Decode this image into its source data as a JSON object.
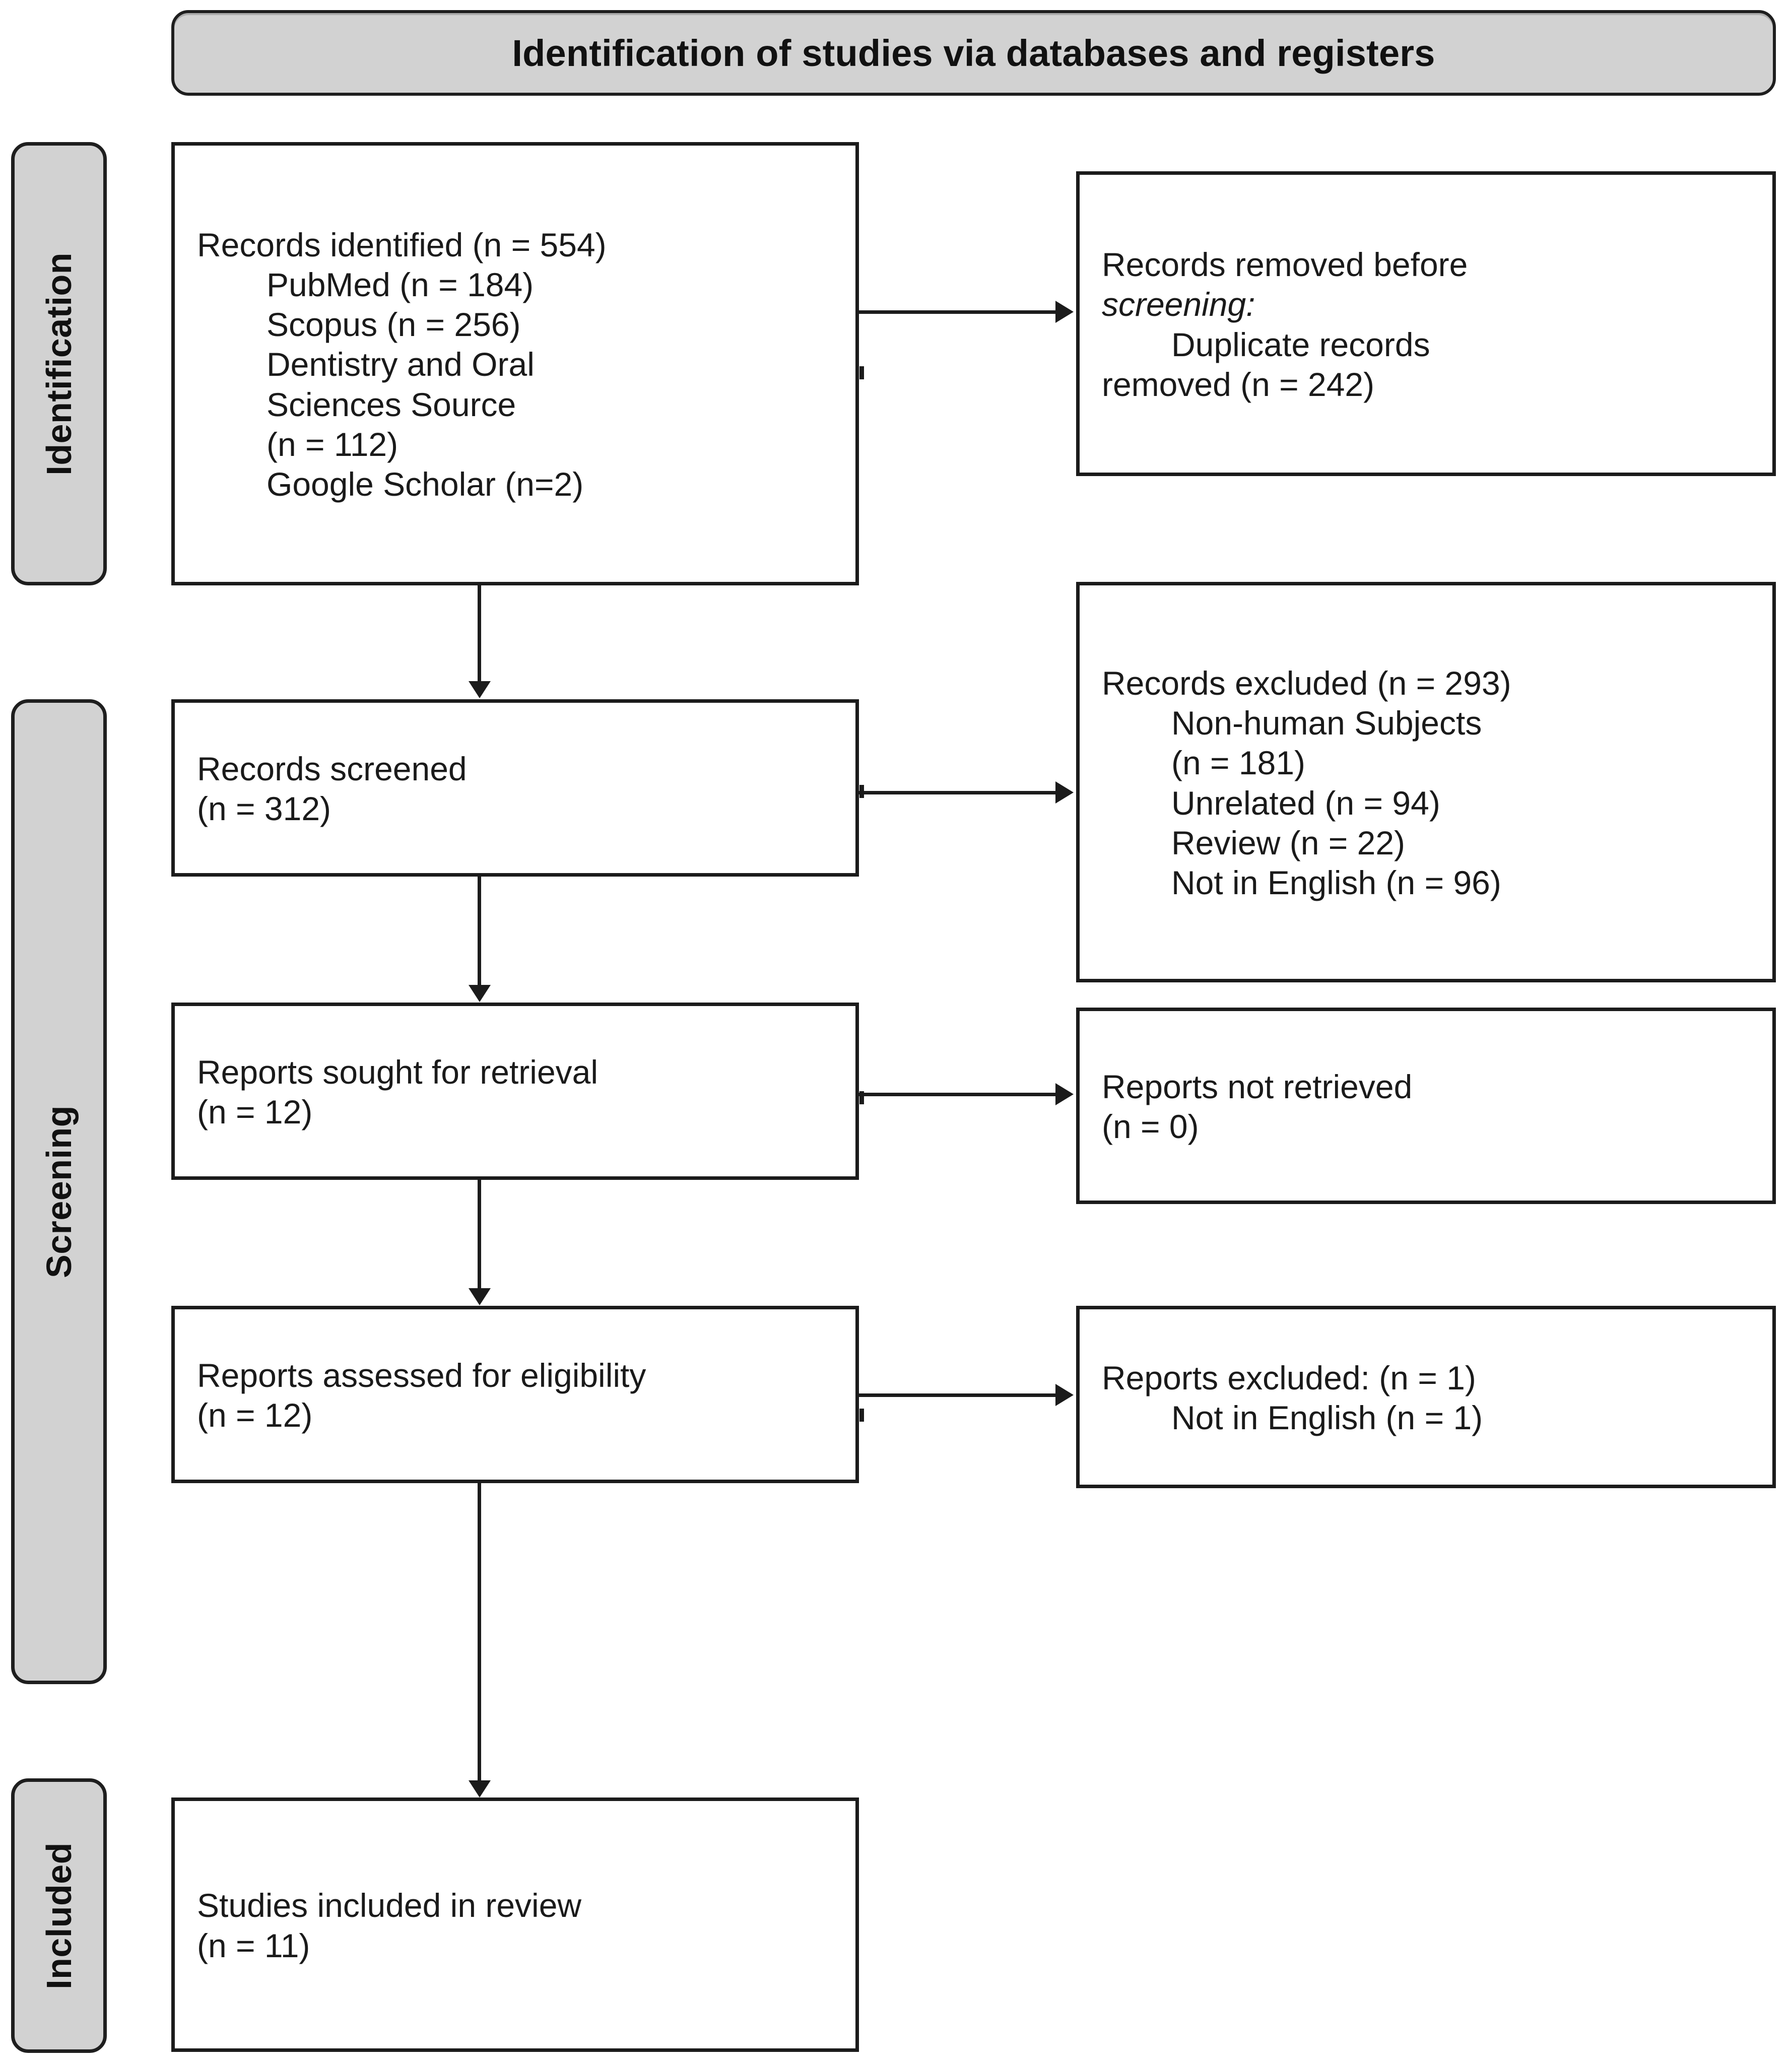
{
  "banner": {
    "title": "Identification of studies via databases and registers"
  },
  "phases": [
    {
      "key": "identification",
      "label": "Identification"
    },
    {
      "key": "screening",
      "label": "Screening"
    },
    {
      "key": "included",
      "label": "Included"
    }
  ],
  "boxes": {
    "records_identified": {
      "lines": [
        {
          "text": "Records identified (n = 554)",
          "indent": false,
          "italic": false
        },
        {
          "text": "PubMed (n = 184)",
          "indent": true,
          "italic": false
        },
        {
          "text": "Scopus (n = 256)",
          "indent": true,
          "italic": false
        },
        {
          "text": "Dentistry and Oral",
          "indent": true,
          "italic": false
        },
        {
          "text": "Sciences Source",
          "indent": true,
          "italic": false
        },
        {
          "text": "(n = 112)",
          "indent": true,
          "italic": false
        },
        {
          "text": "Google Scholar (n=2)",
          "indent": true,
          "italic": false
        }
      ]
    },
    "records_removed": {
      "lines": [
        {
          "text": "Records removed ",
          "indent": false,
          "italic": false
        },
        {
          "text": "before",
          "indent": false,
          "italic": true
        },
        {
          "text": "screening:",
          "indent": false,
          "italic": true
        },
        {
          "text": "Duplicate records",
          "indent": true,
          "italic": false
        },
        {
          "text": "removed  (n = 242)",
          "indent": false,
          "italic": false
        }
      ]
    },
    "records_screened": {
      "lines": [
        {
          "text": "Records screened",
          "indent": false,
          "italic": false
        },
        {
          "text": "(n = 312)",
          "indent": false,
          "italic": false
        }
      ]
    },
    "records_excluded": {
      "lines": [
        {
          "text": "Records excluded (n = 293)",
          "indent": false,
          "italic": false
        },
        {
          "text": "Non-human Subjects",
          "indent": true,
          "italic": false
        },
        {
          "text": "(n = 181)",
          "indent": true,
          "italic": false
        },
        {
          "text": "Unrelated (n = 94)",
          "indent": true,
          "italic": false
        },
        {
          "text": "Review (n = 22)",
          "indent": true,
          "italic": false
        },
        {
          "text": "Not in English (n = 96)",
          "indent": true,
          "italic": false
        }
      ]
    },
    "reports_sought": {
      "lines": [
        {
          "text": "Reports sought for retrieval",
          "indent": false,
          "italic": false
        },
        {
          "text": "(n = 12)",
          "indent": false,
          "italic": false
        }
      ]
    },
    "reports_not_retrieved": {
      "lines": [
        {
          "text": "Reports not retrieved",
          "indent": false,
          "italic": false
        },
        {
          "text": "(n = 0)",
          "indent": false,
          "italic": false
        }
      ]
    },
    "reports_assessed": {
      "lines": [
        {
          "text": "Reports assessed for eligibility",
          "indent": false,
          "italic": false
        },
        {
          "text": "(n = 12)",
          "indent": false,
          "italic": false
        }
      ]
    },
    "reports_excluded": {
      "lines": [
        {
          "text": "Reports excluded: (n = 1)",
          "indent": false,
          "italic": false
        },
        {
          "text": "Not in English (n = 1)",
          "indent": true,
          "italic": false
        }
      ]
    },
    "studies_included": {
      "lines": [
        {
          "text": "Studies included in review",
          "indent": false,
          "italic": false
        },
        {
          "text": "(n = 11)",
          "indent": false,
          "italic": false
        }
      ]
    }
  },
  "colors": {
    "phase_fill": "#d2d2d2",
    "stroke": "#1b1b1b",
    "box_fill": "#ffffff",
    "text": "#1a1a1a"
  }
}
